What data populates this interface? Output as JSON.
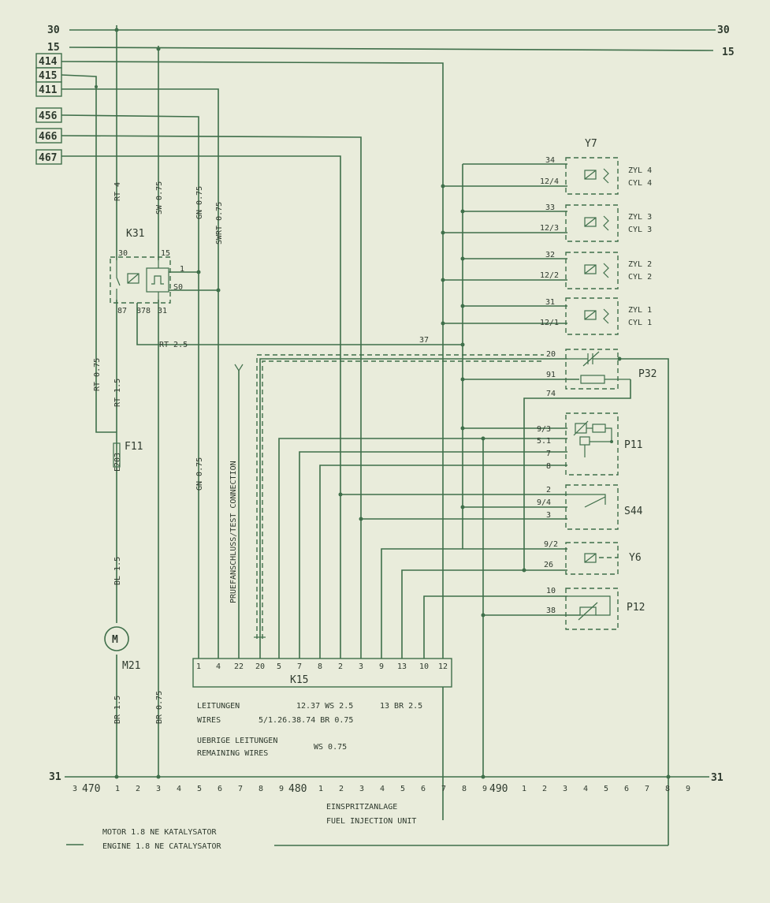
{
  "rails": {
    "top30_left": "30",
    "top30_right": "30",
    "top15_left": "15",
    "top15_right": "15",
    "bottom31_left": "31",
    "bottom31_right": "31"
  },
  "terminals": {
    "t414": "414",
    "t415": "415",
    "t411": "411",
    "t456": "456",
    "t466": "466",
    "t467": "467"
  },
  "wire_labels": {
    "rt4": "RT 4",
    "sw075": "SW 0.75",
    "gn075_top": "GN 0.75",
    "swrt075": "SWRT 0.75",
    "rt075": "RT 0.75",
    "rt15": "RT 1.5",
    "e203": "E203",
    "bl15": "BL 1.5",
    "br15": "BR 1.5",
    "br075": "BR 0.75",
    "gn075_mid": "GN 0.75",
    "rt25": "RT 2.5",
    "test": "PRUEFANSCHLUSS/TEST CONNECTION",
    "n37": "37"
  },
  "components": {
    "k31": "K31",
    "k31_30": "30",
    "k31_15": "15",
    "k31_1": "1",
    "k31_s0": "S0",
    "k31_87": "87",
    "k31_878": "878",
    "k31_31": "31",
    "f11": "F11",
    "m21": "M21",
    "m_symbol": "M",
    "k15": "K15",
    "y7": "Y7",
    "p32": "P32",
    "p11": "P11",
    "s44": "S44",
    "y6": "Y6",
    "p12": "P12",
    "zyl4": "ZYL 4",
    "cyl4": "CYL 4",
    "zyl3": "ZYL 3",
    "cyl3": "CYL 3",
    "zyl2": "ZYL 2",
    "cyl2": "CYL 2",
    "zyl1": "ZYL 1",
    "cyl1": "CYL 1"
  },
  "pin_labels": {
    "y7_34": "34",
    "y7_12_4": "12/4",
    "y7_33": "33",
    "y7_12_3": "12/3",
    "y7_32": "32",
    "y7_12_2": "12/2",
    "y7_31": "31",
    "y7_12_1": "12/1",
    "p32_20": "20",
    "p32_91": "91",
    "p32_74": "74",
    "p11_9_3": "9/3",
    "p11_5_1": "5.1",
    "p11_7": "7",
    "p11_8": "8",
    "s44_2": "2",
    "s44_9_4": "9/4",
    "s44_3": "3",
    "y6_9_2": "9/2",
    "y6_26": "26",
    "p12_10": "10",
    "p12_38": "38"
  },
  "k15_pins": [
    "1",
    "4",
    "22",
    "20",
    "5",
    "7",
    "8",
    "2",
    "3",
    "9",
    "13",
    "10",
    "12"
  ],
  "notes": {
    "leitungen": "LEITUNGEN",
    "leitungen_val1": "12.37 WS 2.5",
    "leitungen_val2": "13 BR 2.5",
    "wires": "WIRES",
    "wires_val": "5/1.26.38.74 BR 0.75",
    "uebrige": "UEBRIGE LEITUNGEN",
    "remaining": "REMAINING WIRES",
    "remaining_val": "WS 0.75",
    "einspritz": "EINSPRITZANLAGE",
    "fuel": "FUEL INJECTION UNIT",
    "motor": "MOTOR 1.8 NE KATALYSATOR",
    "engine": "ENGINE 1.8 NE CATALYSATOR"
  },
  "ruler": {
    "a_prefix": "3",
    "a_label": "470",
    "a_nums": [
      "1",
      "2",
      "3",
      "4",
      "5",
      "6",
      "7",
      "8",
      "9"
    ],
    "b_label": "480",
    "b_nums": [
      "1",
      "2",
      "3",
      "4",
      "5",
      "6",
      "7",
      "8",
      "9"
    ],
    "c_label": "490",
    "c_nums": [
      "1",
      "2",
      "3",
      "4",
      "5",
      "6",
      "7",
      "8",
      "9"
    ]
  }
}
